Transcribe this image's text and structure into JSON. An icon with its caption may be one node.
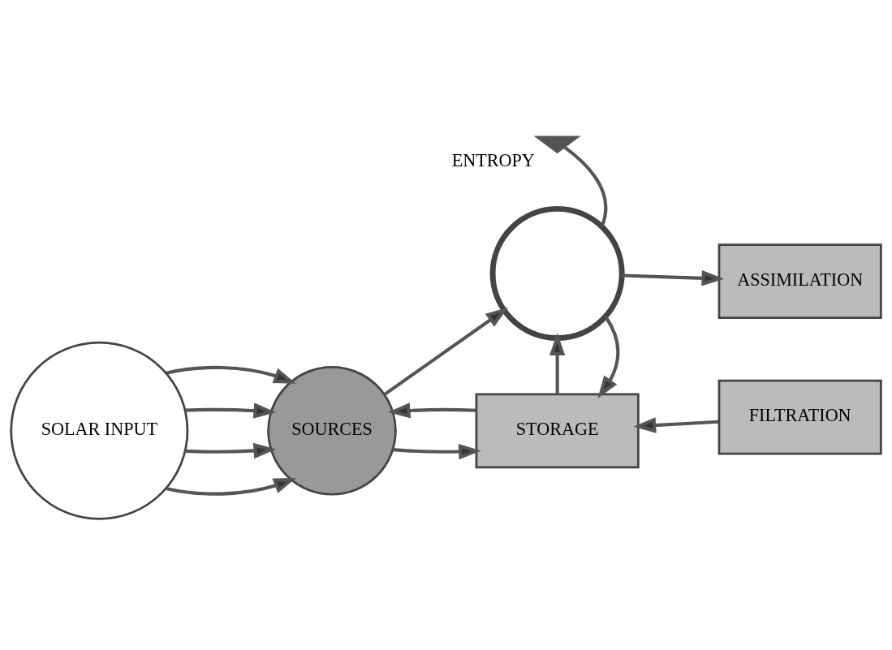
{
  "diagram": {
    "nodes": [
      {
        "text": [
          "SOLAR INPUT"
        ]
      },
      {
        "text": [
          "SOURCES"
        ]
      },
      {
        "text": [],
        "shape": "circle"
      },
      {
        "text": [],
        "shape": "ground",
        "beside": [
          "ENTROPY"
        ]
      },
      {
        "text": [
          "ASSIMILATION"
        ]
      },
      {
        "text": [
          "FILTRATION"
        ]
      },
      {
        "text": [
          "STORAGE"
        ]
      }
    ],
    "edges": [
      {
        "from": 0,
        "to": 1,
        "arrow": "to"
      },
      {
        "from": 0,
        "to": 1,
        "arrow": "to"
      },
      {
        "from": 0,
        "to": 1,
        "arrow": "to"
      },
      {
        "from": 0,
        "to": 1,
        "arrow": "to"
      },
      {
        "from": 1,
        "to": 2,
        "arrow": "to"
      },
      {
        "from": 2,
        "to": 3,
        "arrow": "none"
      },
      {
        "from": 2,
        "to": 4,
        "arrow": "to"
      },
      {
        "from": 2,
        "to": 6,
        "arrow": "to"
      },
      {
        "from": 6,
        "to": 2,
        "arrow": "to"
      },
      {
        "from": 6,
        "to": 1,
        "arrow": "to"
      },
      {
        "from": 1,
        "to": 6,
        "arrow": "to"
      },
      {
        "from": 5,
        "to": 6,
        "arrow": "to"
      }
    ]
  }
}
